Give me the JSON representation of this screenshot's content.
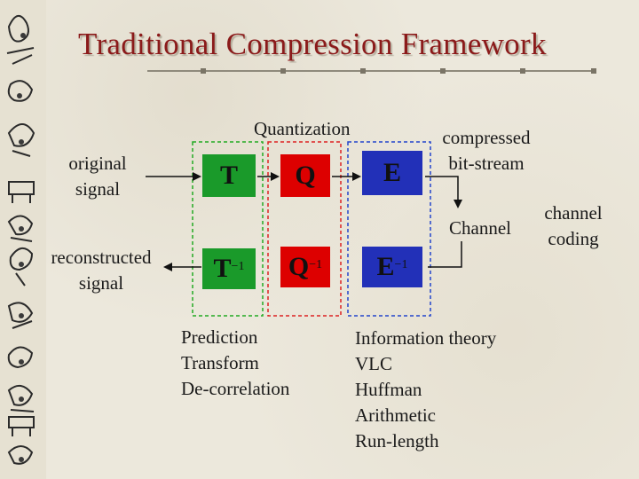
{
  "slide": {
    "title": "Traditional Compression Framework",
    "labels": {
      "quantization": "Quantization",
      "compressed": [
        "compressed",
        "bit-stream"
      ],
      "original": [
        "original",
        "signal"
      ],
      "reconstructed": [
        "reconstructed",
        "signal"
      ],
      "channel": "Channel",
      "channel_coding": [
        "channel",
        "coding"
      ]
    },
    "encoder_blocks": [
      {
        "symbol": "T",
        "color": "#1a9a2a"
      },
      {
        "symbol": "Q",
        "color": "#dd0000"
      },
      {
        "symbol": "E",
        "color": "#2230b8"
      }
    ],
    "decoder_blocks": [
      {
        "symbol": "T",
        "exponent": "−1",
        "color": "#1a9a2a"
      },
      {
        "symbol": "Q",
        "exponent": "−1",
        "color": "#dd0000"
      },
      {
        "symbol": "E",
        "exponent": "−1",
        "color": "#2230b8"
      }
    ],
    "transform_notes": [
      "Prediction",
      "Transform",
      "De-correlation"
    ],
    "entropy_notes": [
      "Information theory",
      "VLC",
      "Huffman",
      "Arithmetic",
      "Run-length"
    ],
    "group_colors": {
      "transform": "#22aa22",
      "quantization": "#dd2222",
      "entropy": "#2244cc"
    }
  }
}
